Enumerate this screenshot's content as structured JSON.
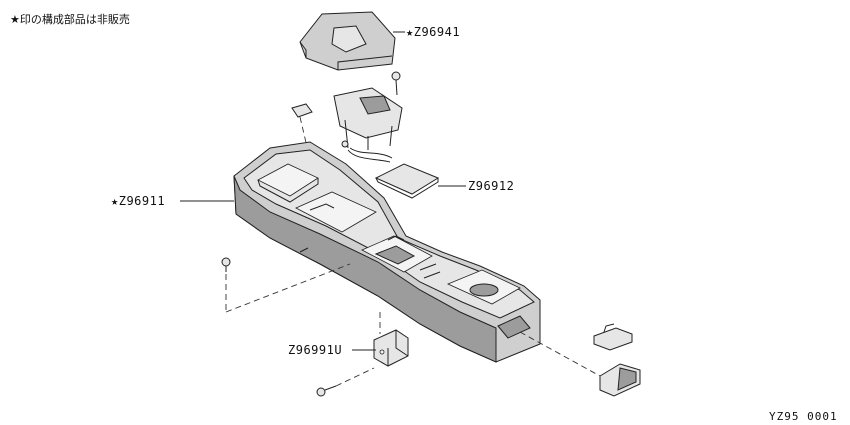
{
  "note": "★印の構成部品は非販売",
  "drawing_code": "YZ95 0001",
  "callouts": {
    "shift_boot": "★Z96941",
    "console": "★Z96911",
    "lid": "Z96912",
    "bracket": "Z96991U"
  }
}
